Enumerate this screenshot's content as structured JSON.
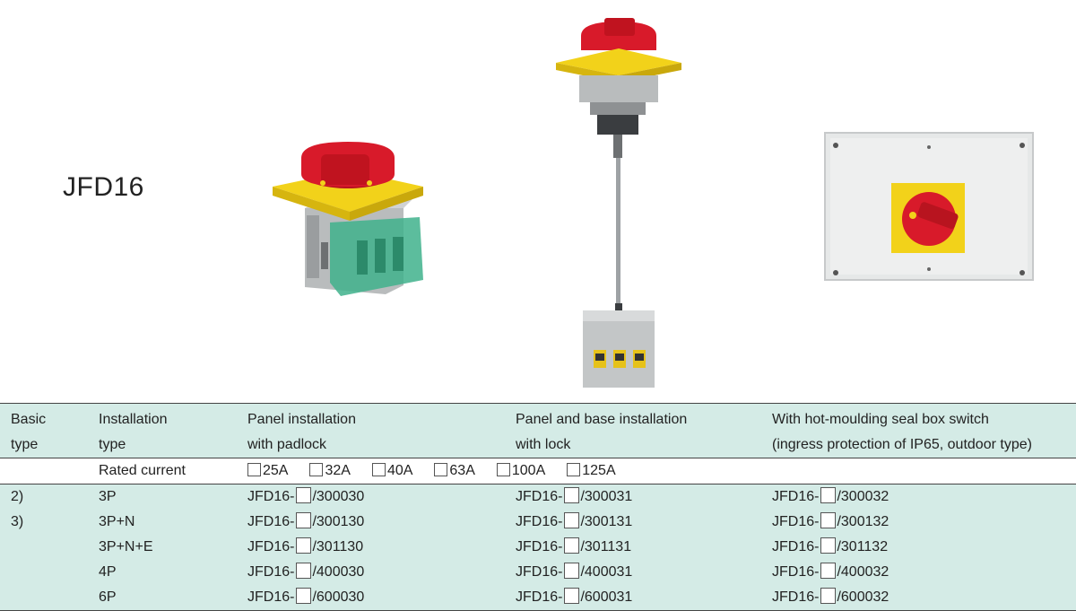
{
  "title": "JFD16",
  "products": [
    {
      "name": "panel-installation-switch"
    },
    {
      "name": "panel-and-base-installation-switch"
    },
    {
      "name": "seal-box-switch"
    }
  ],
  "table": {
    "headers": {
      "basic_type": [
        "Basic",
        "type"
      ],
      "installation_type": [
        "Installation",
        "type"
      ],
      "col_panel": [
        "Panel installation",
        "with padlock"
      ],
      "col_base": [
        "Panel and base installation",
        "with lock"
      ],
      "col_seal": [
        "With hot-moulding seal box switch",
        "(ingress protection of IP65, outdoor type)"
      ]
    },
    "rated_current_label": "Rated current",
    "ratings": [
      "25A",
      "32A",
      "40A",
      "63A",
      "100A",
      "125A"
    ],
    "code_prefix": "JFD16-",
    "rows": [
      {
        "basic": "2)",
        "type": "3P",
        "panel": "/300030",
        "base": "/300031",
        "seal": "/300032"
      },
      {
        "basic": "3)",
        "type": "3P+N",
        "panel": "/300130",
        "base": "/300131",
        "seal": "/300132"
      },
      {
        "basic": "",
        "type": "3P+N+E",
        "panel": "/301130",
        "base": "/301131",
        "seal": "/301132"
      },
      {
        "basic": "",
        "type": "4P",
        "panel": "/400030",
        "base": "/400031",
        "seal": "/400032"
      },
      {
        "basic": "",
        "type": "6P",
        "panel": "/600030",
        "base": "/600031",
        "seal": "/600032"
      }
    ]
  },
  "colors": {
    "table_bg": "#d4ebe6",
    "handle_red": "#d81a2a",
    "plate_yellow": "#f2d21a",
    "body_grey": "#b9bcbd",
    "cover_green": "#3fb28c"
  }
}
